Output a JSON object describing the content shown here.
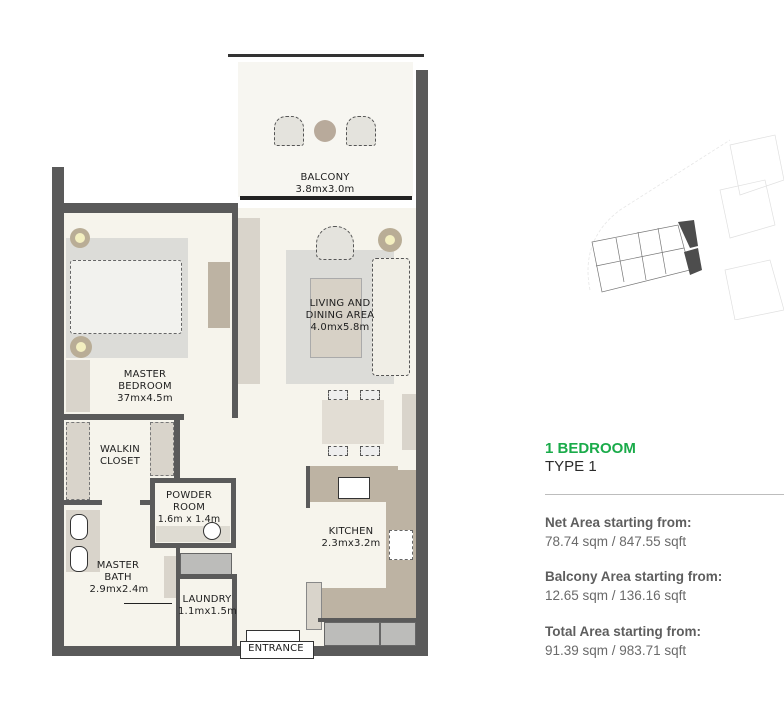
{
  "unit": {
    "title": "1 BEDROOM",
    "type": "TYPE 1",
    "accent_color": "#1aab4a"
  },
  "areas": [
    {
      "label": "Net Area starting from:",
      "value": "78.74 sqm / 847.55 sqft"
    },
    {
      "label": "Balcony Area starting from:",
      "value": "12.65 sqm / 136.16 sqft"
    },
    {
      "label": "Total Area starting from:",
      "value": "91.39 sqm / 983.71 sqft"
    }
  ],
  "rooms": {
    "balcony": {
      "name": "BALCONY",
      "size": "3.8mx3.0m"
    },
    "living": {
      "name_line1": "LIVING AND",
      "name_line2": "DINING AREA",
      "size": "4.0mx5.8m"
    },
    "master_bedroom": {
      "name_line1": "MASTER",
      "name_line2": "BEDROOM",
      "size": "37mx4.5m"
    },
    "walkin_closet": {
      "name_line1": "WALKIN",
      "name_line2": "CLOSET"
    },
    "powder_room": {
      "name_line1": "POWDER",
      "name_line2": "ROOM",
      "size": "1.6m x 1.4m"
    },
    "kitchen": {
      "name": "KITCHEN",
      "size": "2.3mx3.2m"
    },
    "master_bath": {
      "name_line1": "MASTER",
      "name_line2": "BATH",
      "size": "2.9mx2.4m"
    },
    "laundry": {
      "name": "LAUNDRY",
      "size": "1.1mx1.5m"
    },
    "entrance": {
      "name": "ENTRANCE"
    }
  },
  "key_plan": {
    "highlight_color": "#4d4d4d"
  }
}
